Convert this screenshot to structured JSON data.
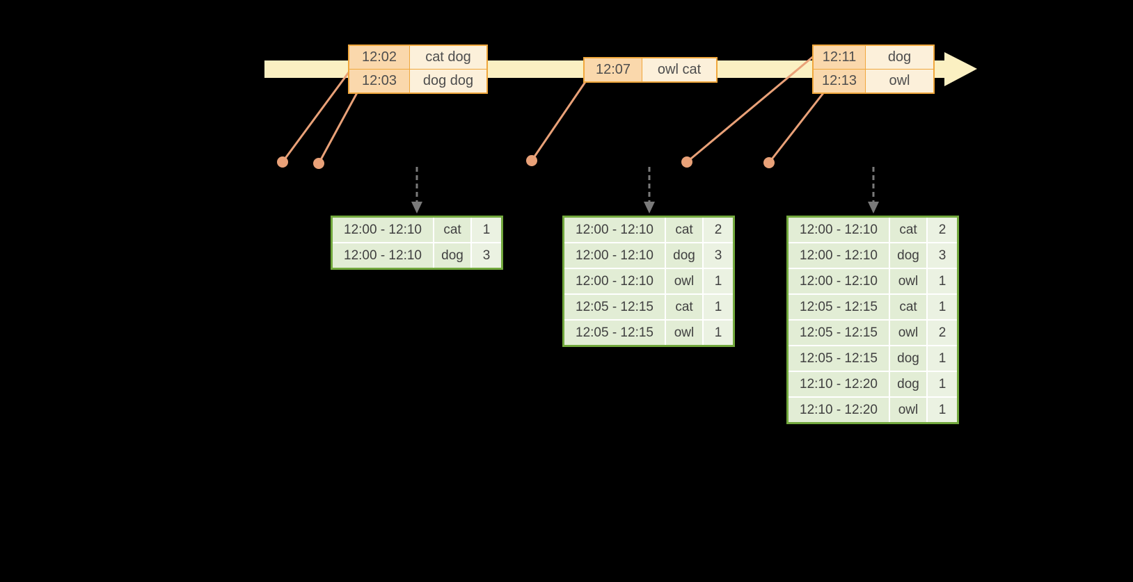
{
  "colors": {
    "background": "#000000",
    "timeline_fill": "#FBF0C2",
    "event_border": "#F0A73C",
    "event_time_fill": "#FAD8AC",
    "event_words_fill": "#FCF0DA",
    "event_text": "#4D4D4D",
    "connector": "#E9A178",
    "down_arrow": "#7A7A7A",
    "result_border": "#72A83D",
    "result_cell_fill": "#E2EDD5",
    "result_count_fill": "#EBF2E2",
    "result_grid": "#FFFFFF",
    "result_text": "#404040"
  },
  "events": [
    {
      "rows": [
        {
          "time": "12:02",
          "words": "cat dog"
        },
        {
          "time": "12:03",
          "words": "dog dog"
        }
      ]
    },
    {
      "rows": [
        {
          "time": "12:07",
          "words": "owl cat"
        }
      ]
    },
    {
      "rows": [
        {
          "time": "12:11",
          "words": "dog"
        },
        {
          "time": "12:13",
          "words": "owl"
        }
      ]
    }
  ],
  "results": [
    {
      "rows": [
        {
          "window": "12:00 - 12:10",
          "word": "cat",
          "count": "1"
        },
        {
          "window": "12:00 - 12:10",
          "word": "dog",
          "count": "3"
        }
      ]
    },
    {
      "rows": [
        {
          "window": "12:00 - 12:10",
          "word": "cat",
          "count": "2"
        },
        {
          "window": "12:00 - 12:10",
          "word": "dog",
          "count": "3"
        },
        {
          "window": "12:00 - 12:10",
          "word": "owl",
          "count": "1"
        },
        {
          "window": "12:05 - 12:15",
          "word": "cat",
          "count": "1"
        },
        {
          "window": "12:05 - 12:15",
          "word": "owl",
          "count": "1"
        }
      ]
    },
    {
      "rows": [
        {
          "window": "12:00 - 12:10",
          "word": "cat",
          "count": "2"
        },
        {
          "window": "12:00 - 12:10",
          "word": "dog",
          "count": "3"
        },
        {
          "window": "12:00 - 12:10",
          "word": "owl",
          "count": "1"
        },
        {
          "window": "12:05 - 12:15",
          "word": "cat",
          "count": "1"
        },
        {
          "window": "12:05 - 12:15",
          "word": "owl",
          "count": "2"
        },
        {
          "window": "12:05 - 12:15",
          "word": "dog",
          "count": "1"
        },
        {
          "window": "12:10 - 12:20",
          "word": "dog",
          "count": "1"
        },
        {
          "window": "12:10 - 12:20",
          "word": "owl",
          "count": "1"
        }
      ]
    }
  ]
}
